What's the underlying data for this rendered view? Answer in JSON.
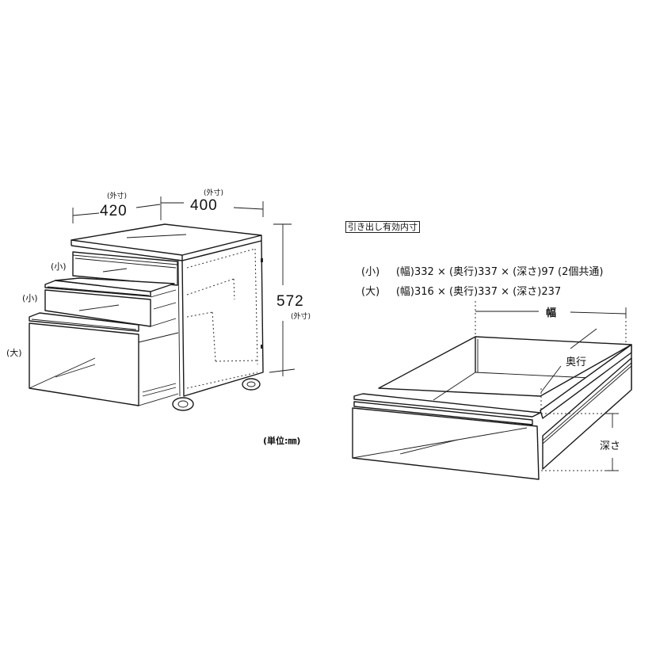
{
  "cabinet": {
    "outer_label": "(外寸)",
    "width_value": "420",
    "depth_value": "400",
    "height_value": "572",
    "drawer_labels": [
      "(小)",
      "(小)",
      "(大)"
    ],
    "unit_label": "(単位:㎜)"
  },
  "inner_dimensions": {
    "title": "引き出し有効内寸",
    "rows": [
      {
        "size": "(小)",
        "width_label": "(幅)",
        "width": "332",
        "depth_label": "(奥行)",
        "depth": "337",
        "height_label": "(深さ)",
        "height": "97",
        "note": "(2個共通)"
      },
      {
        "size": "(大)",
        "width_label": "(幅)",
        "width": "316",
        "depth_label": "(奥行)",
        "depth": "337",
        "height_label": "(深さ)",
        "height": "237",
        "note": ""
      }
    ],
    "times": "×"
  },
  "drawer_diagram": {
    "width_label": "幅",
    "depth_label": "奥行",
    "height_label": "深さ"
  }
}
